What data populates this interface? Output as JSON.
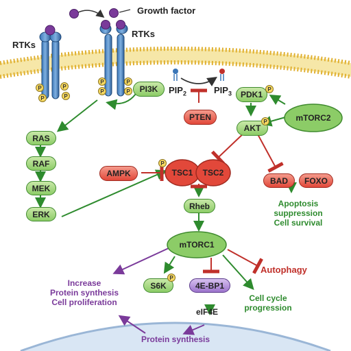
{
  "labels": {
    "growth_factor": "Growth factor",
    "rtks_left": "RTKs",
    "rtks_right": "RTKs",
    "pip2": "PIP",
    "pip2_sub": "2",
    "pip3": "PIP",
    "pip3_sub": "3",
    "phospho": "P"
  },
  "nodes": {
    "pi3k": "PI3K",
    "pten": "PTEN",
    "pdk1": "PDK1",
    "mtorc2": "mTORC2",
    "akt": "AKT",
    "ras": "RAS",
    "raf": "RAF",
    "mek": "MEK",
    "erk": "ERK",
    "ampk": "AMPK",
    "tsc1": "TSC1",
    "tsc2": "TSC2",
    "bad": "BAD",
    "foxo": "FOXO",
    "rheb": "Rheb",
    "mtorc1": "mTORC1",
    "s6k": "S6K",
    "ebp1": "4E-BP1",
    "eif4e": "eIF4E"
  },
  "outcomes": {
    "apoptosis": [
      "Apoptosis",
      "suppression",
      "Cell survival"
    ],
    "autophagy": "Autophagy",
    "protein_prolif": [
      "Increase",
      "Protein synthesis",
      "Cell proliferation"
    ],
    "cell_cycle": [
      "Cell cycle",
      "progression"
    ],
    "protein_synthesis": "Protein synthesis"
  },
  "colors": {
    "green": "#2e8b2e",
    "red": "#c0302a",
    "purple": "#7a3a9a",
    "membrane": "#f0c040"
  }
}
